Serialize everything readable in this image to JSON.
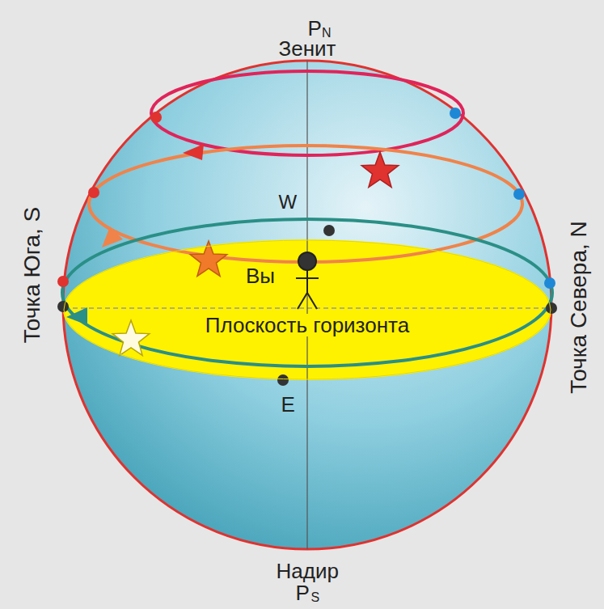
{
  "diagram": {
    "nodes": [
      {
        "text": [
          "Плоскость горизонта"
        ]
      }
    ],
    "labels": [
      "P",
      "N",
      "Зенит",
      "W",
      "Вы",
      "E",
      "Надир",
      "P",
      "S",
      "Точка Юга, S",
      "Точка Севера, N"
    ]
  }
}
